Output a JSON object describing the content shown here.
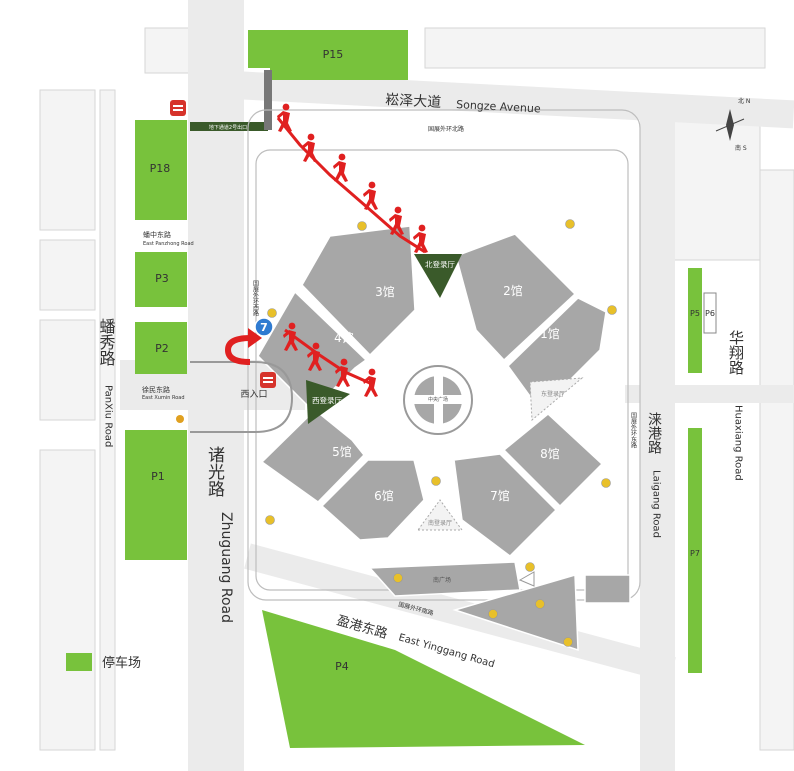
{
  "colors": {
    "park": "#78c23c",
    "hall": "#a7a7a7",
    "hall_dark": "#8f8f8f",
    "road": "#e4e4e4",
    "lobby": "#3a5a2a",
    "accent_red": "#e02020",
    "metro_blue": "#2f7bd1"
  },
  "roads": {
    "songze_cn": "崧泽大道",
    "songze_en": "Songze Avenue",
    "panxiu_cn": "蟠秀路",
    "panxiu_en": "PanXiu Road",
    "zhuguang_cn": "诸光路",
    "zhuguang_en": "Zhuguang Road",
    "laigang_cn": "涞港路",
    "laigang_en": "Laigang Road",
    "huaxiang_cn": "华翔路",
    "huaxiang_en": "Huaxiang Road",
    "yinggang_cn": "盈港东路",
    "yinggang_en": "East Yinggang Road",
    "panzhong_cn": "蟠中东路",
    "panzhong_en": "East Panzhong Road",
    "xumin_cn": "徐民东路",
    "xumin_en": "East Xumin Road",
    "gzwh_north": "国展外环北路",
    "gzwh_west": "国展外环西路",
    "gzwh_east": "国展外环东路",
    "gzwh_south": "国展外环南路"
  },
  "parking": [
    {
      "id": "P15",
      "label": "P15"
    },
    {
      "id": "P18",
      "label": "P18"
    },
    {
      "id": "P3",
      "label": "P3"
    },
    {
      "id": "P2",
      "label": "P2"
    },
    {
      "id": "P1",
      "label": "P1"
    },
    {
      "id": "P4",
      "label": "P4"
    },
    {
      "id": "P5",
      "label": "P5"
    },
    {
      "id": "P6",
      "label": "P6"
    },
    {
      "id": "P7",
      "label": "P7"
    }
  ],
  "halls": [
    {
      "num": "1",
      "label": "1馆"
    },
    {
      "num": "2",
      "label": "2馆"
    },
    {
      "num": "3",
      "label": "3馆"
    },
    {
      "num": "4",
      "label": "4馆"
    },
    {
      "num": "5",
      "label": "5馆"
    },
    {
      "num": "6",
      "label": "6馆"
    },
    {
      "num": "7",
      "label": "7馆"
    },
    {
      "num": "8",
      "label": "8馆"
    }
  ],
  "lobbies": {
    "north": "北登录厅",
    "west": "西登录厅",
    "east": "东登录厅",
    "south": "南登录厅",
    "center": "中央广场",
    "south_square": "南广场"
  },
  "entrance": {
    "west_cn": "西入口",
    "metro_exit": "7",
    "metro_label": "地下通道2号出口"
  },
  "compass": {
    "north": "北 N",
    "south": "南 S"
  },
  "legend": {
    "label": "停车场"
  }
}
